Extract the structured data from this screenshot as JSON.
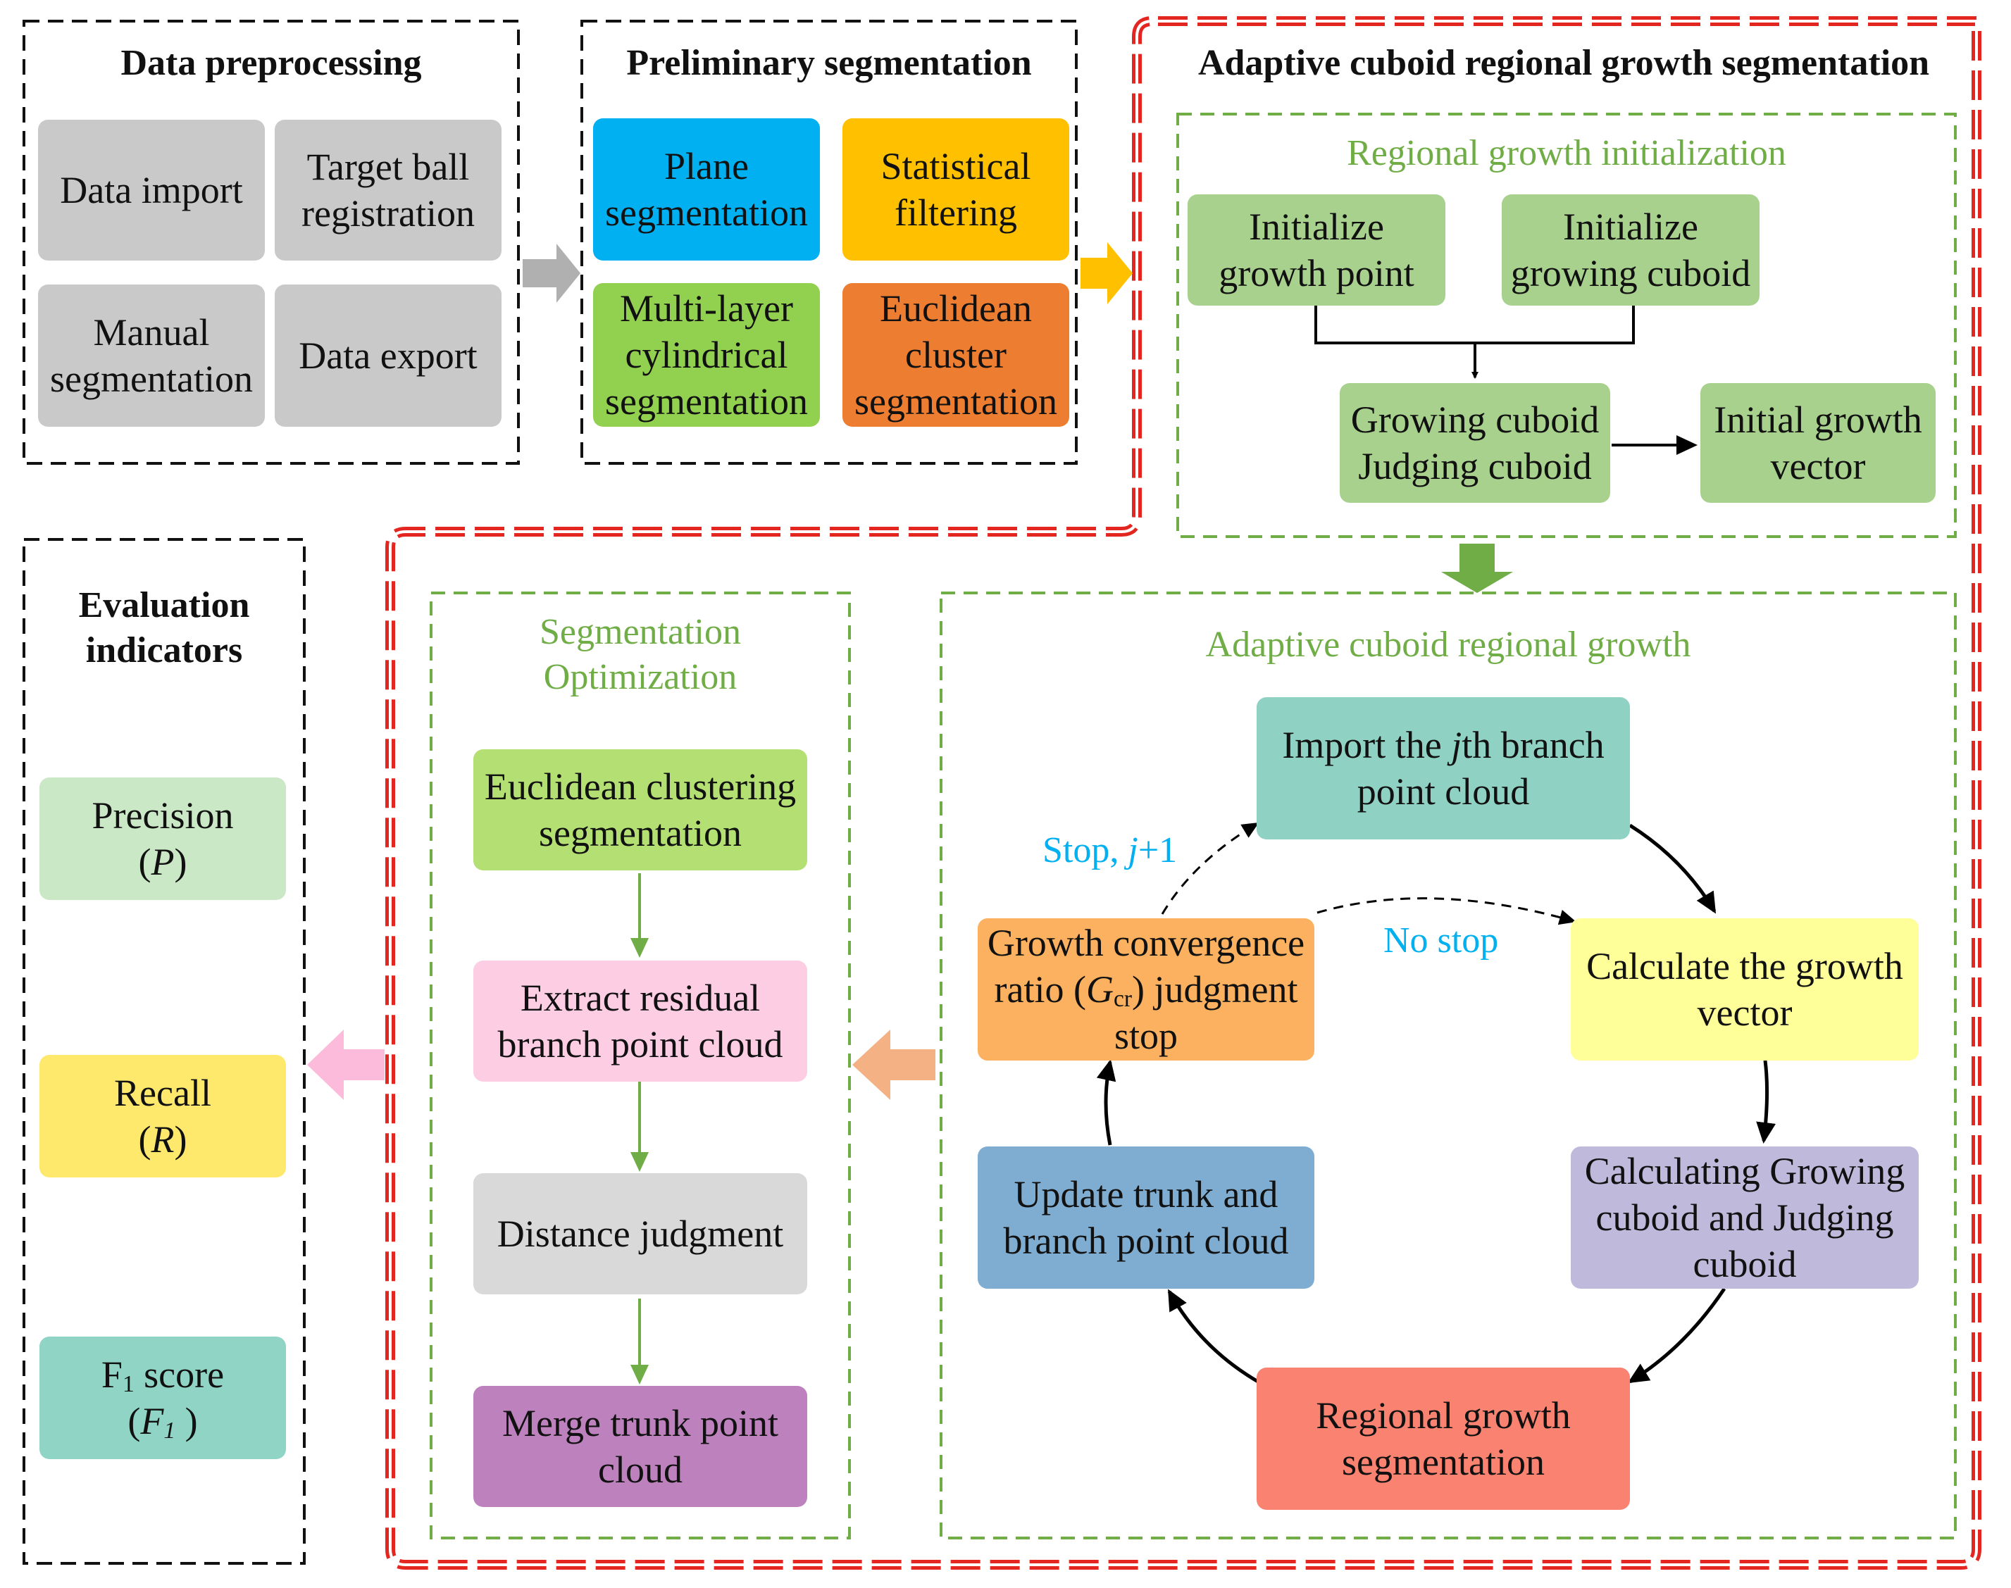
{
  "panels": {
    "data_preprocessing": {
      "title": "Data preprocessing",
      "items": [
        "Data import",
        "Target ball\nregistration",
        "Manual\nsegmentation",
        "Data export"
      ]
    },
    "preliminary_segmentation": {
      "title": "Preliminary segmentation",
      "items": [
        "Plane\nsegmentation",
        "Statistical\nfiltering",
        "Multi-layer\ncylindrical\nsegmentation",
        "Euclidean\ncluster\nsegmentation"
      ]
    },
    "adaptive": {
      "title": "Adaptive cuboid regional growth segmentation",
      "initialization": {
        "title": "Regional growth initialization",
        "init_point": "Initialize\ngrowth point",
        "init_cuboid": "Initialize\ngrowing cuboid",
        "growing_judging": "Growing cuboid\nJudging cuboid",
        "initial_vector": "Initial growth\nvector"
      },
      "growth": {
        "title": "Adaptive cuboid regional growth",
        "import_prefix": "Import the ",
        "import_var": "j",
        "import_suffix": "th branch\npoint cloud",
        "calc_vector": "Calculate the growth\nvector",
        "calc_cuboid": "Calculating Growing\ncuboid and Judging\ncuboid",
        "regional_seg": "Regional growth\nsegmentation",
        "update": "Update trunk and\nbranch point cloud",
        "convergence_line1": "Growth convergence",
        "convergence_pre": "ratio (",
        "convergence_var": "G",
        "convergence_sub": "cr",
        "convergence_post": ") judgment",
        "convergence_line3": "stop",
        "stop_label_prefix": "Stop, ",
        "stop_label_var": "j",
        "stop_label_suffix": "+1",
        "nostop_label": "No stop"
      },
      "optimization": {
        "title": "Segmentation\nOptimization",
        "items": [
          "Euclidean clustering\nsegmentation",
          "Extract residual\nbranch point cloud",
          "Distance judgment",
          "Merge trunk point\ncloud"
        ]
      }
    },
    "evaluation": {
      "title": "Evaluation\nindicators",
      "precision_name": "Precision",
      "precision_symbol": "P",
      "recall_name": "Recall",
      "recall_symbol": "R",
      "f1_name_pre": "F",
      "f1_name_sub": "1",
      "f1_name_post": " score",
      "f1_symbol": "F",
      "f1_symbol_sub": "1"
    }
  },
  "colors": {
    "gray_box": "#c9c9c9",
    "blue": "#00b0f0",
    "yellow_orange": "#ffc000",
    "green": "#92d050",
    "orange": "#ed7d31",
    "init_green": "#a9d18e",
    "teal": "#8fd1c3",
    "light_yellow": "#ffff99",
    "lavender": "#bfbadb",
    "salmon": "#f98271",
    "steel_blue": "#7fadd1",
    "light_orange": "#fbb15f",
    "opt_green": "#b3df73",
    "pink": "#fdcde4",
    "light_gray": "#d9d9d9",
    "purple": "#bd82bd",
    "pale_green": "#cbe8c6",
    "pale_yellow": "#ffe96d",
    "mint": "#8fd4c4",
    "red_border": "#e32620",
    "green_dash": "#70ad47"
  }
}
